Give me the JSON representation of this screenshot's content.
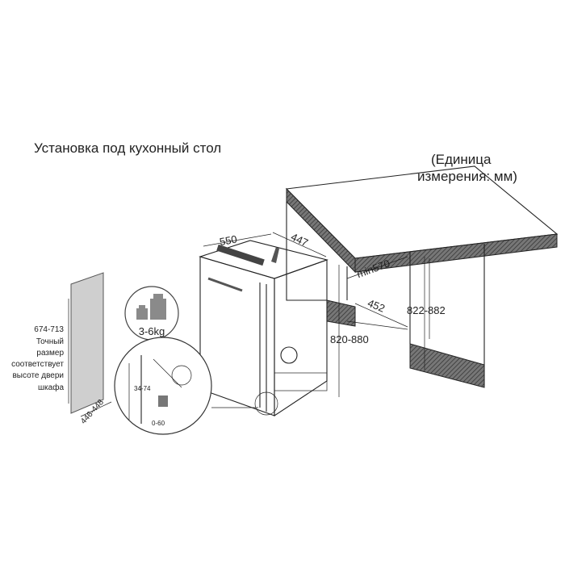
{
  "title": "Установка под кухонный стол",
  "units": {
    "line1": "(Единица",
    "line2": "измерения: мм)"
  },
  "dimensions": {
    "width": "550",
    "depth": "447",
    "niche_depth": "min570",
    "niche_width": "452",
    "appliance_height": "820-880",
    "niche_height": "822-882",
    "door_height": "674-713",
    "door_width": "446-448",
    "door_weight": "3-6kg",
    "hinge_adjust": "34-74",
    "plinth_gap": "0-60"
  },
  "door_note": [
    "Точный",
    "размер",
    "соответствует",
    "высоте двери",
    "шкафа"
  ],
  "colors": {
    "line": "#222222",
    "panel": "#cfcfcf",
    "hatch": "#555555",
    "weight": "#8a8a8a"
  }
}
